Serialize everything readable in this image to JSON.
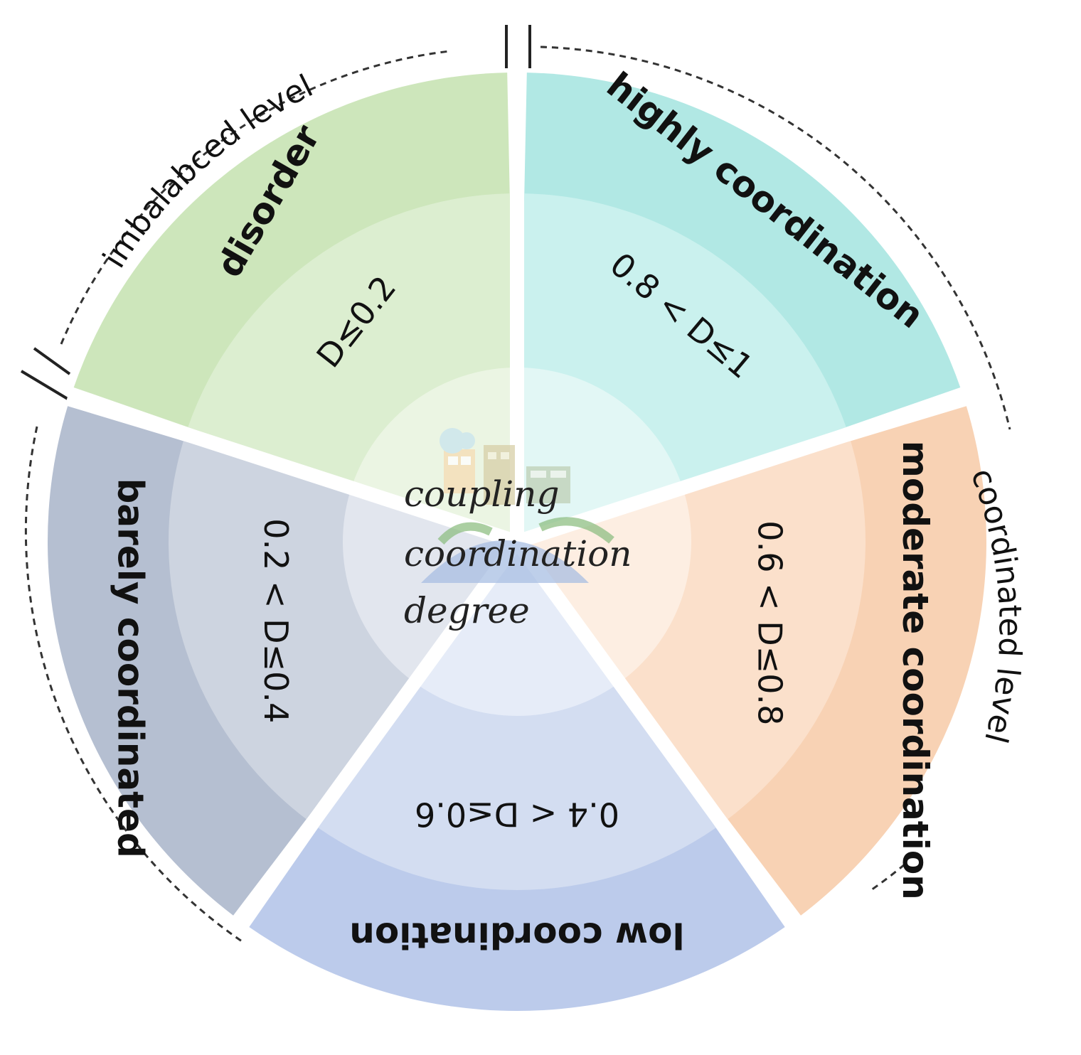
{
  "center": {
    "lines": [
      "coupling",
      "coordination",
      "degree"
    ]
  },
  "segments": [
    {
      "key": "disorder",
      "name": "disorder",
      "range": "D≤0.2",
      "outer_color": "#cde6bb",
      "mid_color": "#dceed0",
      "inner_color": "#ebf5e3"
    },
    {
      "key": "highly",
      "name": "highly coordination",
      "range": "0.8 < D≤1",
      "outer_color": "#b1e8e4",
      "mid_color": "#caf1ee",
      "inner_color": "#e2f7f5"
    },
    {
      "key": "moderate",
      "name": "moderate coordination",
      "range": "0.6 < D≤0.8",
      "outer_color": "#f8d2b4",
      "mid_color": "#fbe0cb",
      "inner_color": "#fdeee2"
    },
    {
      "key": "low",
      "name": "low coordination",
      "range": "0.4 < D≤0.6",
      "outer_color": "#bccbeb",
      "mid_color": "#d3ddf1",
      "inner_color": "#e6ecf8"
    },
    {
      "key": "barely",
      "name": "barely coordinated",
      "range": "0.2 < D≤0.4",
      "outer_color": "#b5bfd1",
      "mid_color": "#cdd4e0",
      "inner_color": "#e2e6ee"
    }
  ],
  "levels": {
    "imbalanced": "imbalabced level",
    "coordinated": "coordinated level"
  }
}
